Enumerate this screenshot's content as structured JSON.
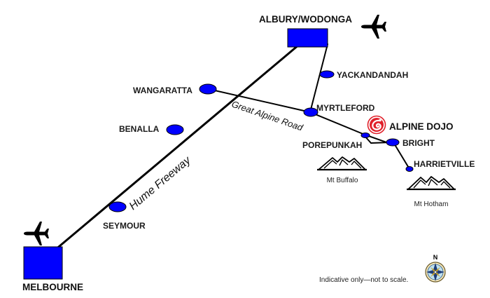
{
  "map": {
    "cities": {
      "albury": "ALBURY/WODONGA",
      "melbourne": "MELBOURNE"
    },
    "towns": {
      "yackandandah": "YACKANDANDAH",
      "wangaratta": "WANGARATTA",
      "myrtleford": "MYRTLEFORD",
      "benalla": "BENALLA",
      "porepunkah": "POREPUNKAH",
      "bright": "BRIGHT",
      "harrietville": "HARRIETVILLE",
      "seymour": "SEYMOUR"
    },
    "mountains": {
      "buffalo": "Mt Buffalo",
      "hotham": "Mt Hotham"
    },
    "roads": {
      "hume": "Hume Freeway",
      "alpine": "Great Alpine Road"
    },
    "dojo": "ALPINE DOJO",
    "compass_north": "N",
    "disclaimer": "Indicative only—not to scale.",
    "colors": {
      "town_blue": "#0000ff",
      "dojo_red": "#e0202a"
    },
    "icons": {
      "airports": "airplane-icon",
      "dojo": "dojo-logo-icon",
      "mountains": "mountain-icon",
      "compass": "compass-rose-icon"
    }
  }
}
